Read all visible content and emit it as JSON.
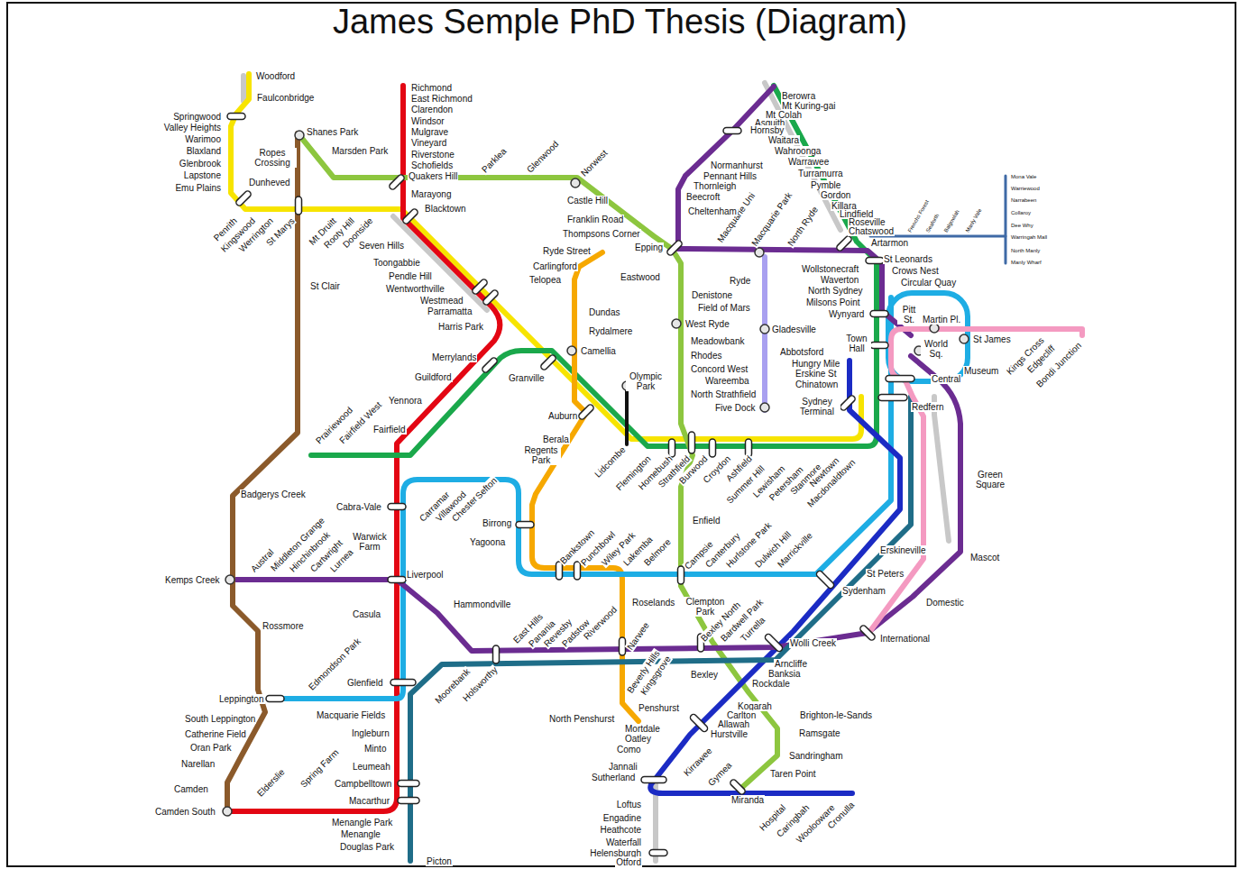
{
  "diagram": {
    "title": "James Semple PhD Thesis (Diagram)",
    "labels": [
      "Woodford",
      "Faulconbridge",
      "Springwood",
      "Valley Heights",
      "Warimoo",
      "Blaxland",
      "Glenbrook",
      "Lapstone",
      "Emu Plains",
      "Penrith",
      "Kingswood",
      "Werrington",
      "St Marys",
      "Ropes Crossing",
      "Dunheved",
      "Shanes Park",
      "Marsden Park",
      "St Clair",
      "Mt Druitt",
      "Rooty Hill",
      "Doonside",
      "Seven Hills",
      "Richmond",
      "East Richmond",
      "Clarendon",
      "Windsor",
      "Mulgrave",
      "Vineyard",
      "Riverstone",
      "Schofields",
      "Quakers Hill",
      "Marayong",
      "Blacktown",
      "Parklea",
      "Glenwood",
      "Norwest",
      "Castle Hill",
      "Franklin Road",
      "Thompsons Corner",
      "Ryde Street",
      "Epping",
      "Carlingford",
      "Telopea",
      "Eastwood",
      "Toongabbie",
      "Pendle Hill",
      "Wentworthville",
      "Westmead",
      "Parramatta",
      "Harris Park",
      "Merrylands",
      "Guildford",
      "Granville",
      "Yennora",
      "Fairfield",
      "Prairiewood",
      "Fairfield West",
      "Dundas",
      "Rydalmere",
      "Camellia",
      "Olympic Park",
      "Auburn",
      "Berala",
      "Regents Park",
      "Lidcombe",
      "Flemington",
      "Homebush",
      "Strathfield",
      "Burwood",
      "Croydon",
      "Ashfield",
      "Summer Hill",
      "Lewisham",
      "Petersham",
      "Stanmore",
      "Newtown",
      "Macdonaldtown",
      "Ryde",
      "Denistone",
      "Field of Mars",
      "West Ryde",
      "Meadowbank",
      "Rhodes",
      "Concord West",
      "Wareemba",
      "North Strathfield",
      "Five Dock",
      "Macquarie Uni",
      "Macquarie Park",
      "North Ryde",
      "Gladesville",
      "Abbotsford",
      "Hungry Mile",
      "Erskine St",
      "Chinatown",
      "Sydney Terminal",
      "Normanhurst",
      "Pennant Hills",
      "Thornleigh",
      "Beecroft",
      "Cheltenham",
      "Berowra",
      "Mt Kuring-gai",
      "Mt Colah",
      "Asquith",
      "Hornsby",
      "Waitara",
      "Wahroonga",
      "Warrawee",
      "Turramurra",
      "Pymble",
      "Gordon",
      "Killara",
      "Lindfield",
      "Roseville",
      "Chatswood",
      "Artarmon",
      "Frenchs Forest",
      "Seaforth",
      "Balgowlah",
      "Manly Vale",
      "Mona Vale",
      "Warriewood",
      "Narrabeen",
      "Collaroy",
      "Dee Why",
      "Warringah Mall",
      "North Manly",
      "Manly Wharf",
      "St Leonards",
      "Crows Nest",
      "Circular Quay",
      "Wollstonecraft",
      "Waverton",
      "North Sydney",
      "Milsons Point",
      "Wynyard",
      "Town Hall",
      "Pitt St.",
      "Martin Pl.",
      "World Sq.",
      "St James",
      "Museum",
      "Central",
      "Redfern",
      "Kings Cross",
      "Edgecliff",
      "Bondi Junction",
      "Green Square",
      "Mascot",
      "Domestic",
      "International",
      "Erskineville",
      "St Peters",
      "Sydenham",
      "Wolli Creek",
      "Arncliffe",
      "Banksia",
      "Rockdale",
      "Kogarah",
      "Carlton",
      "Allawah",
      "Hurstville",
      "Brighton-le-Sands",
      "Ramsgate",
      "Sandringham",
      "Taren Point",
      "Miranda",
      "Hospital",
      "Caringbah",
      "Woolooware",
      "Cronulla",
      "Kirrawee",
      "Gymea",
      "Penshurst",
      "North Penshurst",
      "Mortdale",
      "Oatley",
      "Como",
      "Jannali",
      "Sutherland",
      "Loftus",
      "Engadine",
      "Heathcote",
      "Waterfall",
      "Helensburgh",
      "Otford",
      "Beverly Hills",
      "Kingsgrove",
      "Bexley",
      "Narwee",
      "Roselands",
      "Clempton Park",
      "Bexley North",
      "Bardwell Park",
      "Turrella",
      "East Hills",
      "Panania",
      "Revesby",
      "Padstow",
      "Riverwood",
      "Hammondville",
      "Moorebank",
      "Holsworthy",
      "Campsie",
      "Canterbury",
      "Hurlstone Park",
      "Dulwich Hill",
      "Marrickville",
      "Enfield",
      "Bankstown",
      "Punchbowl",
      "Wiley Park",
      "Lakemba",
      "Belmore",
      "Birrong",
      "Yagoona",
      "Carramar",
      "Villawood",
      "Chester Hill",
      "Sefton",
      "Cabra-Vale",
      "Warwick Farm",
      "Liverpool",
      "Casula",
      "Glenfield",
      "Macquarie Fields",
      "Ingleburn",
      "Minto",
      "Leumeah",
      "Campbelltown",
      "Macarthur",
      "Menangle Park",
      "Menangle",
      "Douglas Park",
      "Picton",
      "Badgerys Creek",
      "Kemps Creek",
      "Rossmore",
      "Leppington",
      "South Leppington",
      "Catherine Field",
      "Oran Park",
      "Narellan",
      "Camden",
      "Camden South",
      "Austral",
      "Middleton Grange",
      "Hinchinbrook",
      "Cartwright",
      "Lurnea",
      "Edmondson Park",
      "Elderslie",
      "Spring Farm"
    ]
  }
}
